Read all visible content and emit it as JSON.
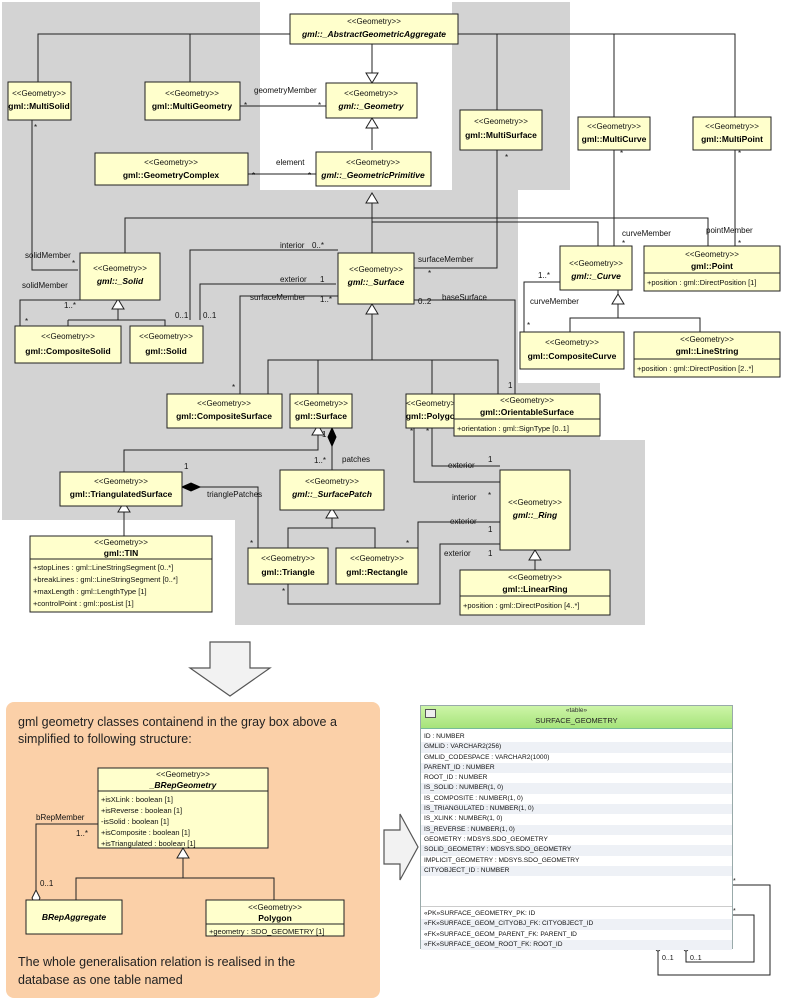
{
  "stereotype": "<<Geometry>>",
  "classes": {
    "abstract_aggregate": "gml::_AbstractGeometricAggregate",
    "multisolid": "gml::MultiSolid",
    "multigeometry": "gml::MultiGeometry",
    "geometry": "gml::_Geometry",
    "multisurface": "gml::MultiSurface",
    "multicurve": "gml::MultiCurve",
    "multipoint": "gml::MultiPoint",
    "geometrycomplex": "gml::GeometryComplex",
    "geometricprimitive": "gml::_GeometricPrimitive",
    "solid_abs": "gml::_Solid",
    "surface_abs": "gml::_Surface",
    "curve_abs": "gml::_Curve",
    "point": "gml::Point",
    "compositesolid": "gml::CompositeSolid",
    "solid": "gml::Solid",
    "compositecurve": "gml::CompositeCurve",
    "linestring": "gml::LineString",
    "compositesurface": "gml::CompositeSurface",
    "surface": "gml::Surface",
    "polygon": "gml::Polygon",
    "orientablesurface": "gml::OrientableSurface",
    "triangulatedsurface": "gml::TriangulatedSurface",
    "surfacepatch": "gml::_SurfacePatch",
    "ring": "gml::_Ring",
    "tin": "gml::TIN",
    "triangle": "gml::Triangle",
    "rectangle": "gml::Rectangle",
    "linearring": "gml::LinearRing"
  },
  "attributes": {
    "point": [
      "+position : gml::DirectPosition [1]"
    ],
    "linestring": [
      "+position : gml::DirectPosition [2..*]"
    ],
    "orientablesurface": [
      "+orientation : gml::SignType [0..1]"
    ],
    "tin": [
      "+stopLines : gml::LineStringSegment [0..*]",
      "+breakLines : gml::LineStringSegment [0..*]",
      "+maxLength : gml::LengthType [1]",
      "+controlPoint : gml::posList [1]"
    ],
    "linearring": [
      "+position : gml::DirectPosition [4..*]"
    ]
  },
  "roles": {
    "geometryMember": "geometryMember",
    "element": "element",
    "interior": "interior",
    "exterior": "exterior",
    "surfaceMember": "surfaceMember",
    "solidMember": "solidMember",
    "curveMember": "curveMember",
    "pointMember": "pointMember",
    "baseSurface": "baseSurface",
    "patches": "patches",
    "trianglePatches": "trianglePatches",
    "bRepMember": "bRepMember"
  },
  "multiplicities": {
    "star": "*",
    "one": "1",
    "zero_star": "0..*",
    "one_star": "1..*",
    "zero_one": "0..1",
    "zero_two": "0..2"
  },
  "note": {
    "line1": "gml geometry classes containend in the gray box above a",
    "line2": "simplified to following structure:",
    "footer1": "The whole generalisation relation is realised in the",
    "footer2": "database as one table named"
  },
  "simplified": {
    "brep_name": "_BRepGeometry",
    "brep_attrs": [
      "+isXLink : boolean [1]",
      "+isReverse : boolean [1]",
      "-isSolid : boolean [1]",
      "+isComposite : boolean [1]",
      "+isTriangulated : boolean [1]"
    ],
    "aggregate_name": "BRepAggregate",
    "polygon_name": "Polygon",
    "polygon_attrs": [
      "+geometry : SDO_GEOMETRY [1]"
    ]
  },
  "table": {
    "stereotype": "«table»",
    "name": "SURFACE_GEOMETRY",
    "columns": [
      "ID : NUMBER",
      "GMLID : VARCHAR2(256)",
      "GMLID_CODESPACE : VARCHAR2(1000)",
      "PARENT_ID : NUMBER",
      "ROOT_ID : NUMBER",
      "IS_SOLID : NUMBER(1, 0)",
      "IS_COMPOSITE : NUMBER(1, 0)",
      "IS_TRIANGULATED : NUMBER(1, 0)",
      "IS_XLINK : NUMBER(1, 0)",
      "IS_REVERSE : NUMBER(1, 0)",
      "GEOMETRY : MDSYS.SDO_GEOMETRY",
      "SOLID_GEOMETRY : MDSYS.SDO_GEOMETRY",
      "IMPLICIT_GEOMETRY : MDSYS.SDO_GEOMETRY",
      "CITYOBJECT_ID : NUMBER"
    ],
    "keys": [
      "«PK»SURFACE_GEOMETRY_PK: ID",
      "«FK»SURFACE_GEOM_CITYOBJ_FK: CITYOBJECT_ID",
      "«FK»SURFACE_GEOM_PARENT_FK: PARENT_ID",
      "«FK»SURFACE_GEOM_ROOT_FK: ROOT_ID"
    ]
  }
}
